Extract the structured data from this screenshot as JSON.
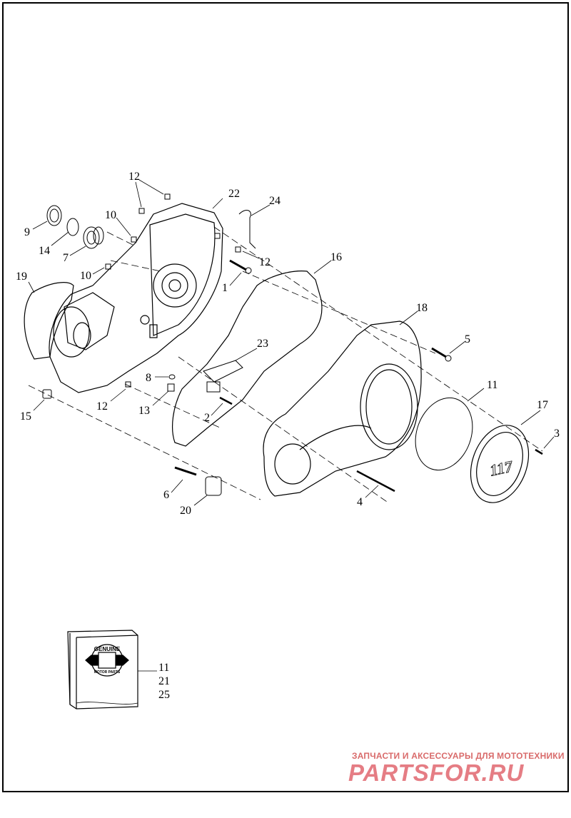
{
  "callouts": [
    {
      "id": "c1",
      "text": "1"
    },
    {
      "id": "c2",
      "text": "2"
    },
    {
      "id": "c3",
      "text": "3"
    },
    {
      "id": "c4",
      "text": "4"
    },
    {
      "id": "c5",
      "text": "5"
    },
    {
      "id": "c6",
      "text": "6"
    },
    {
      "id": "c7",
      "text": "7"
    },
    {
      "id": "c8",
      "text": "8"
    },
    {
      "id": "c9",
      "text": "9"
    },
    {
      "id": "c10a",
      "text": "10"
    },
    {
      "id": "c10b",
      "text": "10"
    },
    {
      "id": "c11",
      "text": "11"
    },
    {
      "id": "c12a",
      "text": "12"
    },
    {
      "id": "c12b",
      "text": "12"
    },
    {
      "id": "c12c",
      "text": "12"
    },
    {
      "id": "c13",
      "text": "13"
    },
    {
      "id": "c14",
      "text": "14"
    },
    {
      "id": "c15",
      "text": "15"
    },
    {
      "id": "c16",
      "text": "16"
    },
    {
      "id": "c17",
      "text": "17"
    },
    {
      "id": "c18",
      "text": "18"
    },
    {
      "id": "c19",
      "text": "19"
    },
    {
      "id": "c20",
      "text": "20"
    },
    {
      "id": "c22",
      "text": "22"
    },
    {
      "id": "c23",
      "text": "23"
    },
    {
      "id": "c24",
      "text": "24"
    }
  ],
  "kit": {
    "items": [
      "11",
      "21",
      "25"
    ],
    "logo_top": "GENUINE",
    "logo_bottom": "MOTOR PARTS"
  },
  "cover_badge": "117",
  "watermark": {
    "tagline": "ЗАПЧАСТИ И АКСЕССУАРЫ ДЛЯ МОТОТЕХНИКИ",
    "brand": "PARTSFOR.RU"
  }
}
